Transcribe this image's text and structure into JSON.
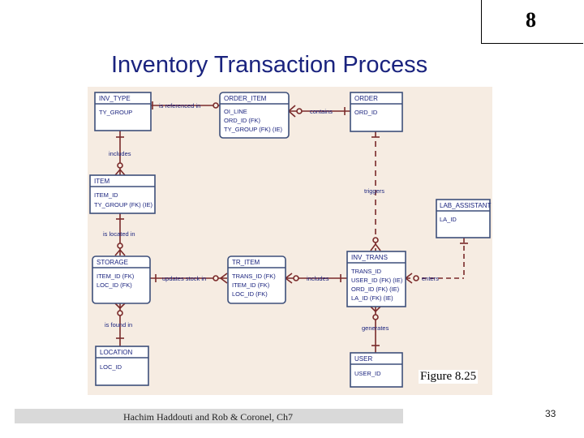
{
  "slide": {
    "chapter": "8",
    "title": "Inventory Transaction Process",
    "caption": "Figure 8.25",
    "footer": "Hachim Haddouti and  Rob & Coronel, Ch7",
    "page_number": "33"
  },
  "entities": {
    "inv_type": {
      "name": "INV_TYPE",
      "attrs": [
        "TY_GROUP"
      ]
    },
    "order_item": {
      "name": "ORDER_ITEM",
      "attrs": [
        "OI_LINE",
        "ORD_ID (FK)",
        "TY_GROUP (FK) (IE)"
      ]
    },
    "order": {
      "name": "ORDER",
      "attrs": [
        "ORD_ID"
      ]
    },
    "item": {
      "name": "ITEM",
      "attrs": [
        "ITEM_ID",
        "TY_GROUP (FK) (IE)"
      ]
    },
    "lab_assistant": {
      "name": "LAB_ASSISTANT",
      "attrs": [
        "LA_ID"
      ]
    },
    "storage": {
      "name": "STORAGE",
      "attrs": [
        "ITEM_ID (FK)",
        "LOC_ID (FK)"
      ]
    },
    "tr_item": {
      "name": "TR_ITEM",
      "attrs": [
        "TRANS_ID (FK)",
        "ITEM_ID (FK)",
        "LOC_ID (FK)"
      ]
    },
    "inv_trans": {
      "name": "INV_TRANS",
      "attrs": [
        "TRANS_ID",
        "USER_ID (FK) (IE)",
        "ORD_ID (FK) (IE)",
        "LA_ID (FK) (IE)"
      ]
    },
    "location": {
      "name": "LOCATION",
      "attrs": [
        "LOC_ID"
      ]
    },
    "user": {
      "name": "USER",
      "attrs": [
        "USER_ID"
      ]
    }
  },
  "relationships": {
    "is_referenced_in": "is referenced in",
    "contains": "contains",
    "includes_top": "includes",
    "triggers": "triggers",
    "is_located_in": "is located in",
    "updates_stock_in": "updates stock in",
    "includes_mid": "includes",
    "enters": "enters",
    "is_found_in": "is found in",
    "generates": "generates"
  },
  "colors": {
    "entity_border": "#3d4f7a",
    "relationship_line": "#7a2a2a",
    "text": "#1a237e",
    "diagram_background": "#f6ece2"
  }
}
